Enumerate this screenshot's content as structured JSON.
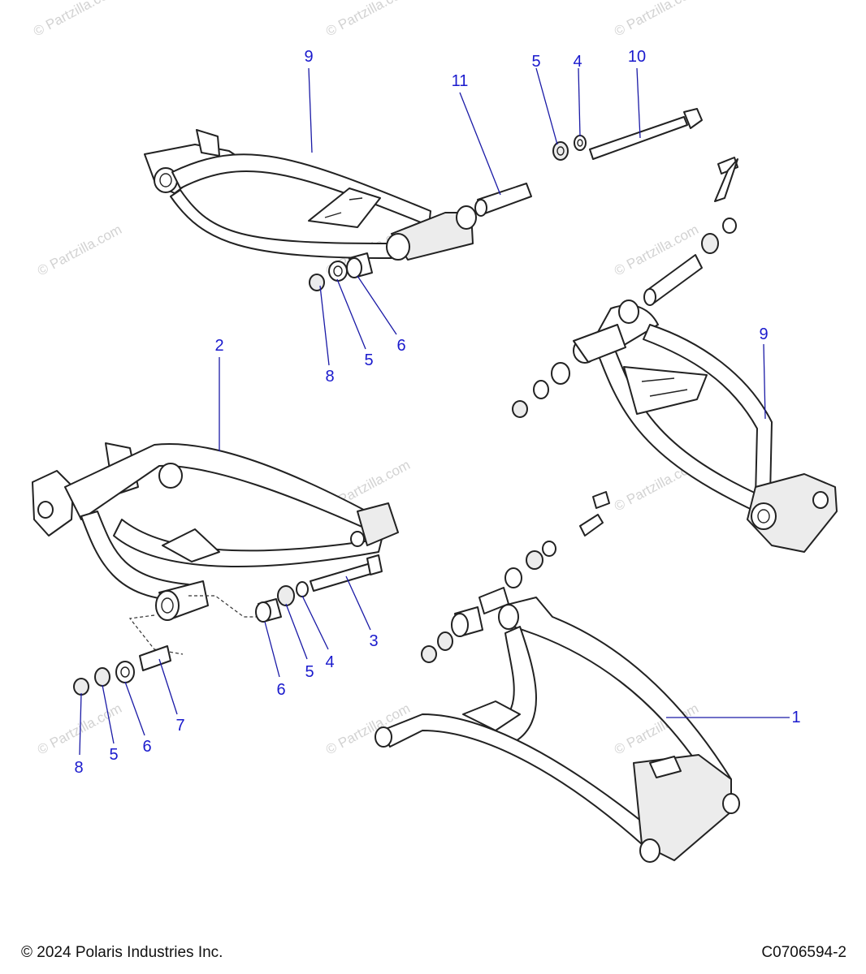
{
  "watermark": "© Partzilla.com",
  "callouts": {
    "c1": "1",
    "c2": "2",
    "c3": "3",
    "c4a": "4",
    "c4b": "4",
    "c5a": "5",
    "c5b": "5",
    "c5c": "5",
    "c5d": "5",
    "c6a": "6",
    "c6b": "6",
    "c6c": "6",
    "c7": "7",
    "c8a": "8",
    "c8b": "8",
    "c9a": "9",
    "c9b": "9",
    "c10": "10",
    "c11": "11"
  },
  "footer": {
    "copyright": "© 2024 Polaris Industries Inc.",
    "drawing_id": "C0706594-2"
  }
}
